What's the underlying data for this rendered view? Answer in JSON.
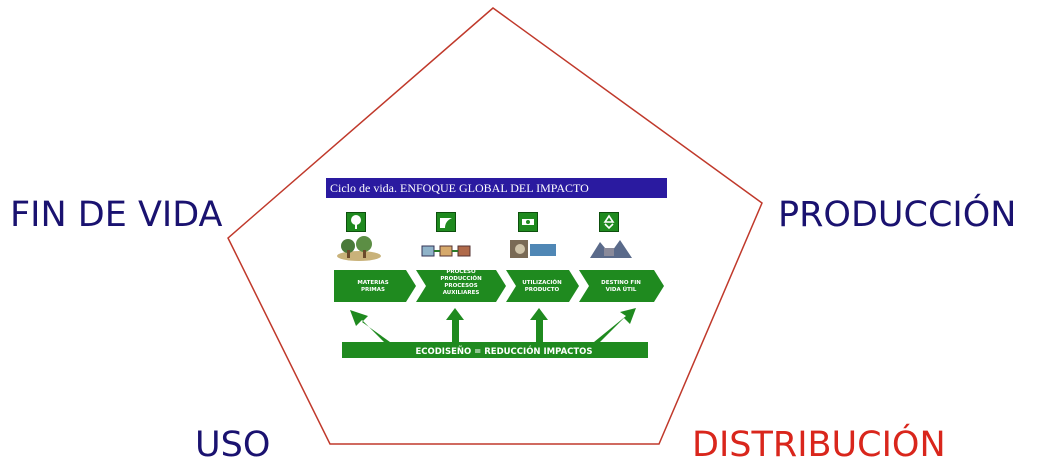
{
  "labels": {
    "fin_de_vida": "FIN DE VIDA",
    "produccion": "PRODUCCIÓN",
    "uso": "USO",
    "distribucion": "DISTRIBUCIÓN"
  },
  "colors": {
    "pentagon_stroke": "#c0392b",
    "label_default": "#1a1270",
    "label_highlight": "#d9261c",
    "title_bar": "#2a1aa0",
    "flow_green": "#1f8a1f"
  },
  "slide": {
    "title": "Ciclo de vida. ENFOQUE GLOBAL DEL IMPACTO",
    "stages": [
      {
        "label": "MATERIAS\nPRIMAS",
        "icon": "tree-icon"
      },
      {
        "label": "PROCESO\nPRODUCCIÓN\nPROCESOS\nAUXILIARES",
        "icon": "factory-icon"
      },
      {
        "label": "UTILIZACIÓN\nPRODUCTO",
        "icon": "product-use-icon"
      },
      {
        "label": "DESTINO FIN\nVIDA ÚTIL",
        "icon": "recycle-icon"
      }
    ],
    "banner": "ECODISEÑO = REDUCCIÓN IMPACTOS"
  }
}
